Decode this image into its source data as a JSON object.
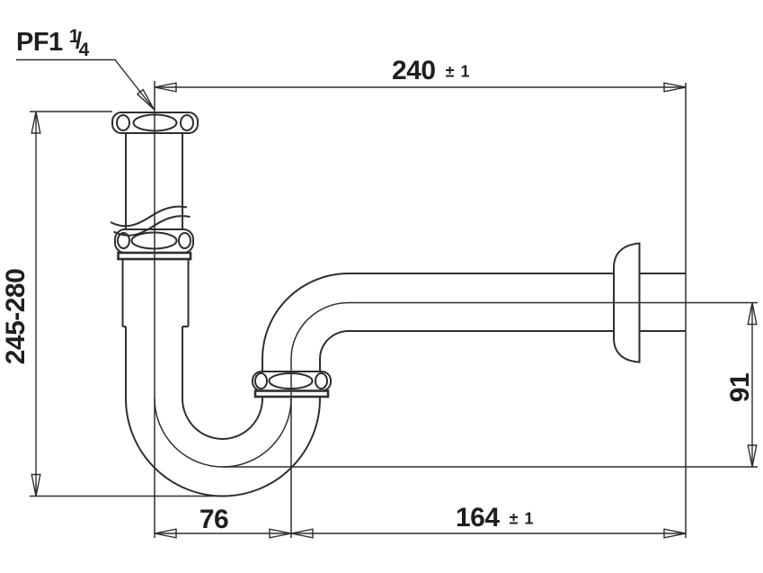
{
  "drawing": {
    "type": "technical-drawing",
    "subject": "P-trap bottle siphon with wall outlet, dimensioned",
    "colors": {
      "background": "#ffffff",
      "line": "#2e2e2e",
      "text": "#1f1f1f"
    },
    "connection_label": {
      "prefix": "PF1",
      "numerator": "1",
      "fraction_slash": "/",
      "denominator": "4"
    },
    "dims": {
      "top": {
        "value": "240",
        "tol": "± 1"
      },
      "left": {
        "value": "245-280"
      },
      "right": {
        "value": "91"
      },
      "bottom_inner": {
        "value": "76"
      },
      "bottom_outer": {
        "value": "164",
        "tol": "± 1"
      }
    }
  }
}
